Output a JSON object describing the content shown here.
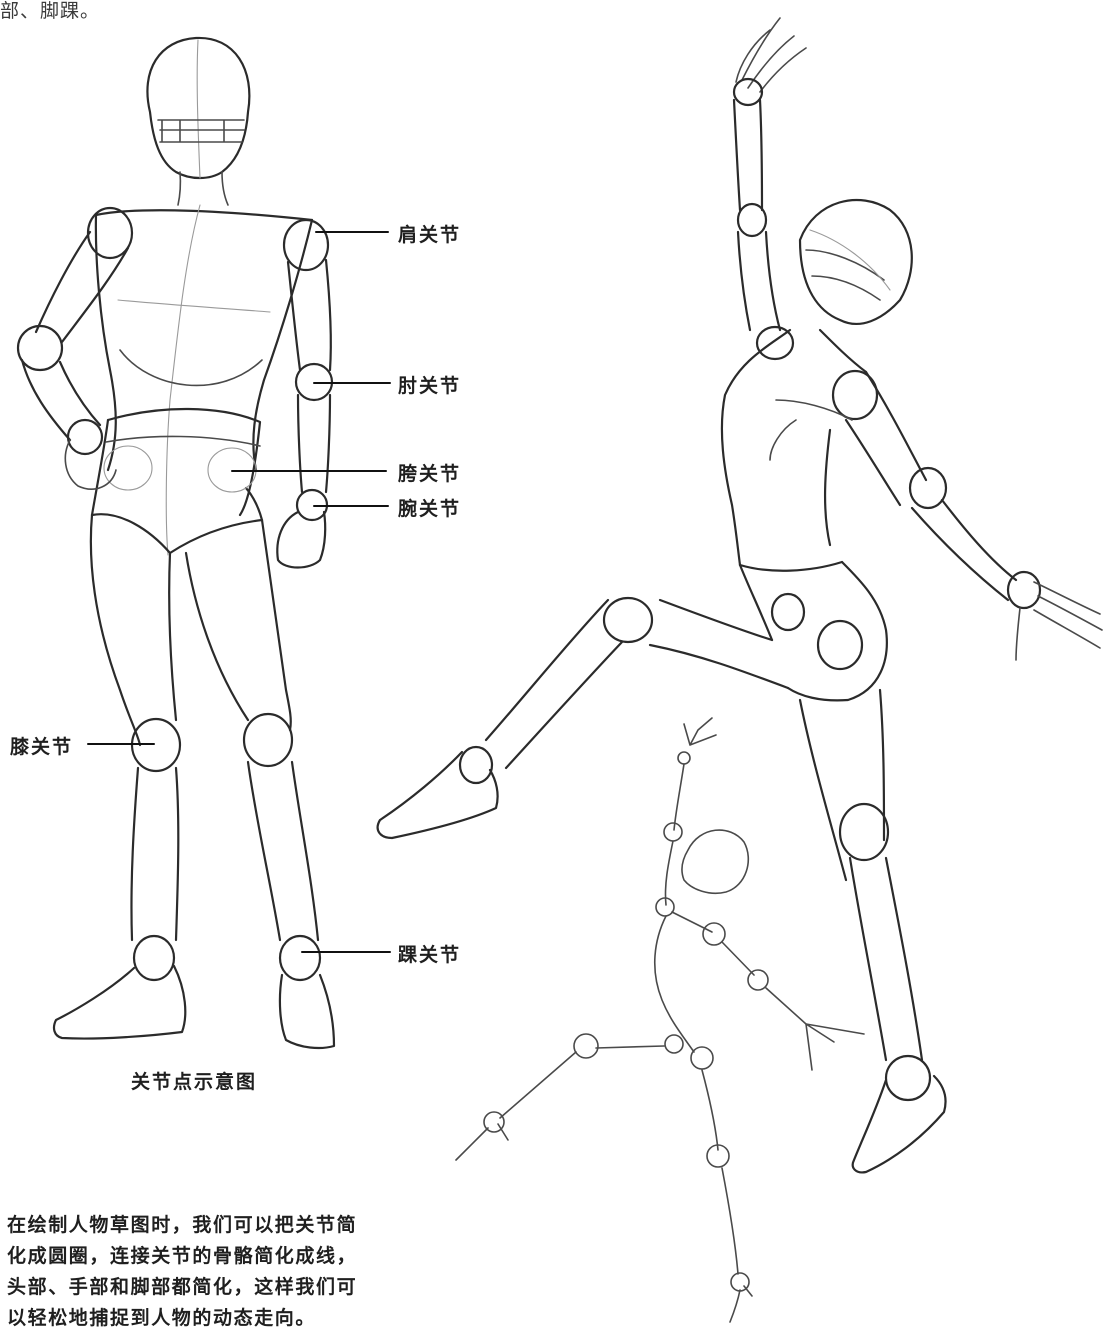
{
  "top_fragment": "部、脚踝。",
  "labels": {
    "shoulder": "肩关节",
    "elbow": "肘关节",
    "hip": "胯关节",
    "wrist": "腕关节",
    "knee": "膝关节",
    "ankle": "踝关节"
  },
  "caption": "关节点示意图",
  "paragraph": [
    "在绘制人物草图时，我们可以把关节简",
    "化成圆圈，连接关节的骨骼简化成线，",
    "头部、手部和脚部都简化，这样我们可",
    "以轻松地捕捉到人物的动态走向。"
  ]
}
